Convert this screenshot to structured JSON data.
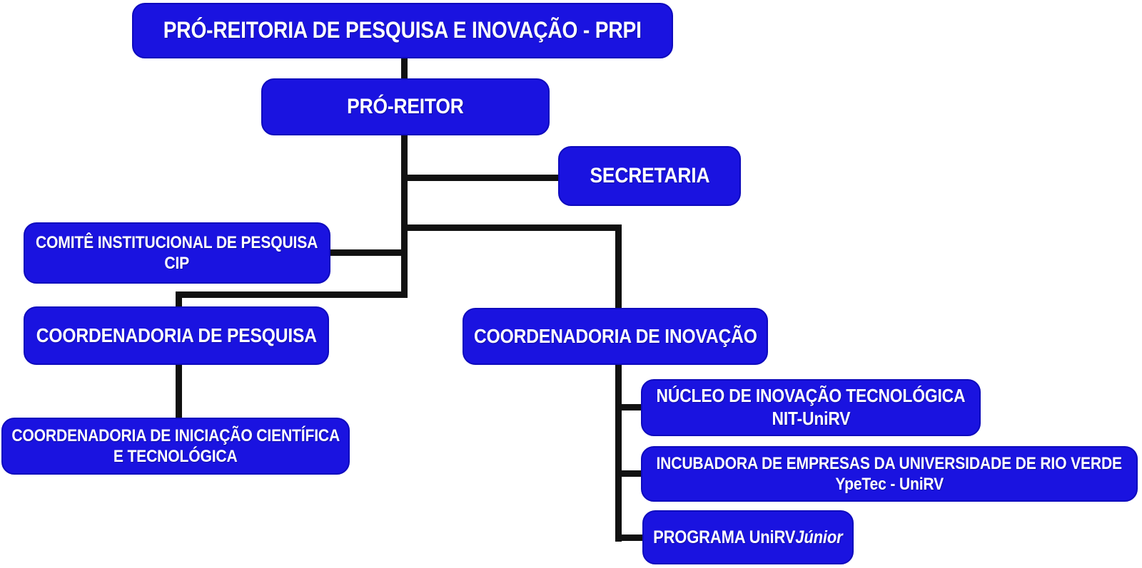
{
  "colors": {
    "box_fill": "#1a13e0",
    "box_border": "#0e0abd",
    "box_text": "#ffffff",
    "connector": "#111111",
    "background": "#ffffff"
  },
  "nodes": {
    "root": {
      "line1": "PRÓ-REITORIA DE PESQUISA E INOVAÇÃO - PRPI"
    },
    "pro_reitor": {
      "line1": "PRÓ-REITOR"
    },
    "secretaria": {
      "line1": "SECRETARIA"
    },
    "comite": {
      "line1": "COMITÊ INSTITUCIONAL DE PESQUISA",
      "line2": "CIP"
    },
    "coord_pesquisa": {
      "line1": "COORDENADORIA DE PESQUISA"
    },
    "coord_iniciacao": {
      "line1": "COORDENADORIA DE INICIAÇÃO CIENTÍFICA",
      "line2": "E TECNOLÓGICA"
    },
    "coord_inovacao": {
      "line1": "COORDENADORIA DE INOVAÇÃO"
    },
    "nucleo": {
      "line1": "NÚCLEO DE INOVAÇÃO TECNOLÓGICA",
      "line2": "NIT-UniRV"
    },
    "incubadora": {
      "line1": "INCUBADORA DE EMPRESAS DA UNIVERSIDADE DE RIO VERDE",
      "line2": "YpeTec - UniRV"
    },
    "programa": {
      "text_regular": "PROGRAMA UniRV",
      "text_italic": "Júnior"
    }
  },
  "edges": [
    {
      "from": "PRÓ-REITORIA DE PESQUISA E INOVAÇÃO - PRPI",
      "to": "PRÓ-REITOR"
    },
    {
      "from": "PRÓ-REITOR",
      "to": "SECRETARIA"
    },
    {
      "from": "PRÓ-REITOR",
      "to": "COMITÊ INSTITUCIONAL DE PESQUISA CIP"
    },
    {
      "from": "PRÓ-REITOR",
      "to": "COORDENADORIA DE PESQUISA"
    },
    {
      "from": "PRÓ-REITOR",
      "to": "COORDENADORIA DE INOVAÇÃO"
    },
    {
      "from": "COORDENADORIA DE PESQUISA",
      "to": "COORDENADORIA DE INICIAÇÃO CIENTÍFICA E TECNOLÓGICA"
    },
    {
      "from": "COORDENADORIA DE INOVAÇÃO",
      "to": "NÚCLEO DE INOVAÇÃO TECNOLÓGICA NIT-UniRV"
    },
    {
      "from": "COORDENADORIA DE INOVAÇÃO",
      "to": "INCUBADORA DE EMPRESAS DA UNIVERSIDADE DE RIO VERDE YpeTec - UniRV"
    },
    {
      "from": "COORDENADORIA DE INOVAÇÃO",
      "to": "PROGRAMA UniRVJúnior"
    }
  ]
}
